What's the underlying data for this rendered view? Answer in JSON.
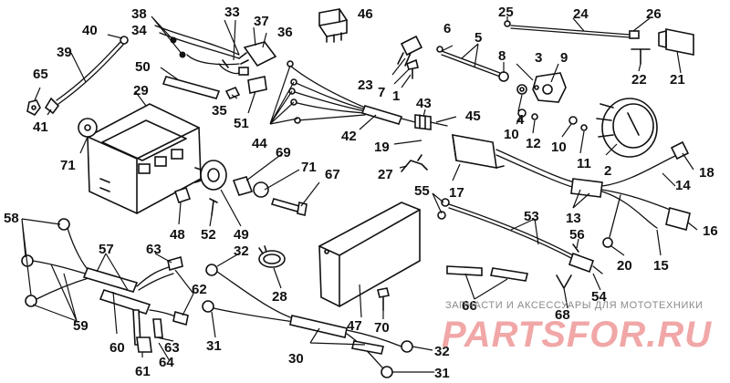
{
  "diagram": {
    "callouts": [
      {
        "id": "c1",
        "text": "1"
      },
      {
        "id": "c2",
        "text": "2"
      },
      {
        "id": "c3",
        "text": "3"
      },
      {
        "id": "c4",
        "text": "4"
      },
      {
        "id": "c5",
        "text": "5"
      },
      {
        "id": "c6",
        "text": "6"
      },
      {
        "id": "c7",
        "text": "7"
      },
      {
        "id": "c8",
        "text": "8"
      },
      {
        "id": "c9",
        "text": "9"
      },
      {
        "id": "c10a",
        "text": "10"
      },
      {
        "id": "c10b",
        "text": "10"
      },
      {
        "id": "c11",
        "text": "11"
      },
      {
        "id": "c12",
        "text": "12"
      },
      {
        "id": "c13",
        "text": "13"
      },
      {
        "id": "c14",
        "text": "14"
      },
      {
        "id": "c15",
        "text": "15"
      },
      {
        "id": "c16",
        "text": "16"
      },
      {
        "id": "c17",
        "text": "17"
      },
      {
        "id": "c18",
        "text": "18"
      },
      {
        "id": "c19",
        "text": "19"
      },
      {
        "id": "c20",
        "text": "20"
      },
      {
        "id": "c21",
        "text": "21"
      },
      {
        "id": "c22",
        "text": "22"
      },
      {
        "id": "c23",
        "text": "23"
      },
      {
        "id": "c24",
        "text": "24"
      },
      {
        "id": "c25",
        "text": "25"
      },
      {
        "id": "c26",
        "text": "26"
      },
      {
        "id": "c27",
        "text": "27"
      },
      {
        "id": "c28",
        "text": "28"
      },
      {
        "id": "c29",
        "text": "29"
      },
      {
        "id": "c30",
        "text": "30"
      },
      {
        "id": "c31a",
        "text": "31"
      },
      {
        "id": "c31b",
        "text": "31"
      },
      {
        "id": "c32a",
        "text": "32"
      },
      {
        "id": "c32b",
        "text": "32"
      },
      {
        "id": "c33",
        "text": "33"
      },
      {
        "id": "c34",
        "text": "34"
      },
      {
        "id": "c35",
        "text": "35"
      },
      {
        "id": "c36",
        "text": "36"
      },
      {
        "id": "c37",
        "text": "37"
      },
      {
        "id": "c38",
        "text": "38"
      },
      {
        "id": "c39",
        "text": "39"
      },
      {
        "id": "c40",
        "text": "40"
      },
      {
        "id": "c41",
        "text": "41"
      },
      {
        "id": "c42",
        "text": "42"
      },
      {
        "id": "c43",
        "text": "43"
      },
      {
        "id": "c44",
        "text": "44"
      },
      {
        "id": "c45",
        "text": "45"
      },
      {
        "id": "c46",
        "text": "46"
      },
      {
        "id": "c47",
        "text": "47"
      },
      {
        "id": "c48",
        "text": "48"
      },
      {
        "id": "c49",
        "text": "49"
      },
      {
        "id": "c50",
        "text": "50"
      },
      {
        "id": "c51",
        "text": "51"
      },
      {
        "id": "c52",
        "text": "52"
      },
      {
        "id": "c53",
        "text": "53"
      },
      {
        "id": "c54",
        "text": "54"
      },
      {
        "id": "c55",
        "text": "55"
      },
      {
        "id": "c56",
        "text": "56"
      },
      {
        "id": "c57",
        "text": "57"
      },
      {
        "id": "c58",
        "text": "58"
      },
      {
        "id": "c59",
        "text": "59"
      },
      {
        "id": "c60",
        "text": "60"
      },
      {
        "id": "c61",
        "text": "61"
      },
      {
        "id": "c62",
        "text": "62"
      },
      {
        "id": "c63a",
        "text": "63"
      },
      {
        "id": "c63b",
        "text": "63"
      },
      {
        "id": "c64",
        "text": "64"
      },
      {
        "id": "c65",
        "text": "65"
      },
      {
        "id": "c66",
        "text": "66"
      },
      {
        "id": "c67",
        "text": "67"
      },
      {
        "id": "c68",
        "text": "68"
      },
      {
        "id": "c69",
        "text": "69"
      },
      {
        "id": "c70",
        "text": "70"
      },
      {
        "id": "c71a",
        "text": "71"
      },
      {
        "id": "c71b",
        "text": "71"
      }
    ]
  },
  "watermark": {
    "tagline": "ЗАПЧАСТИ И АКСЕССУАРЫ ДЛЯ МОТОТЕХНИКИ",
    "brand": "PARTSFOR.RU"
  },
  "colors": {
    "ink": "#111111",
    "watermark_brand": "#f1a7a7",
    "watermark_tagline": "#8a8a8a"
  }
}
